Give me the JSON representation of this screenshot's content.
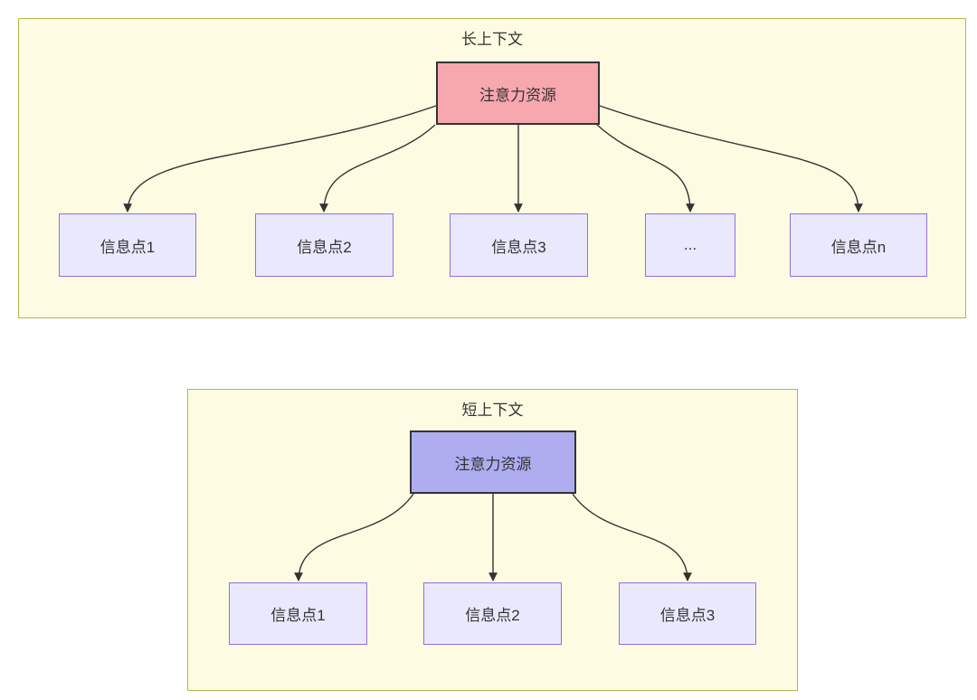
{
  "colors": {
    "container_fill": "#fdfce2",
    "container_border": "#b4b74f",
    "attention_long_fill": "#f7a7ae",
    "attention_short_fill": "#aeadf0",
    "attention_border": "#333333",
    "node_fill": "#e9e8fc",
    "node_border": "#9370db",
    "text": "#333333",
    "arrow": "#333333"
  },
  "long_context": {
    "title": "长上下文",
    "attention_label": "注意力资源",
    "nodes": [
      "信息点1",
      "信息点2",
      "信息点3",
      "...",
      "信息点n"
    ]
  },
  "short_context": {
    "title": "短上下文",
    "attention_label": "注意力资源",
    "nodes": [
      "信息点1",
      "信息点2",
      "信息点3"
    ]
  }
}
